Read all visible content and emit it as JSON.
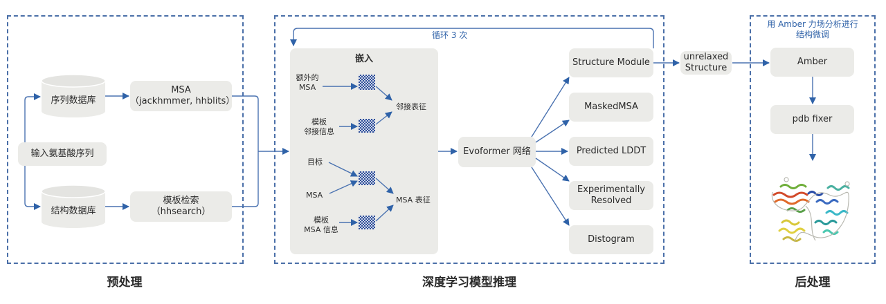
{
  "sections": {
    "preprocess": {
      "caption": "预处理"
    },
    "inference": {
      "caption": "深度学习模型推理",
      "loop_label": "循环 3 次"
    },
    "postprocess": {
      "caption": "后处理",
      "title_line1": "用 Amber 力场分析进行",
      "title_line2": "结构微调"
    }
  },
  "preprocess": {
    "input": "输入氨基酸序列",
    "seq_db": "序列数据库",
    "struct_db": "结构数据库",
    "msa_line1": "MSA",
    "msa_line2": "（jackhmmer, hhblits）",
    "template_line1": "模板检索",
    "template_line2": "（hhsearch）"
  },
  "embedding": {
    "title": "嵌入",
    "extra_msa_line1": "额外的",
    "extra_msa_line2": "MSA",
    "template_pair_line1": "模板",
    "template_pair_line2": "邻接信息",
    "pair_repr": "邻接表征",
    "target": "目标",
    "msa": "MSA",
    "template_msa_line1": "模板",
    "template_msa_line2": "MSA 信息",
    "msa_repr": "MSA 表征"
  },
  "evoformer": "Evoformer 网络",
  "outputs": [
    {
      "line1": "Structure Module",
      "line2": ""
    },
    {
      "line1": "MaskedMSA",
      "line2": ""
    },
    {
      "line1": "Predicted LDDT",
      "line2": ""
    },
    {
      "line1": "Experimentally",
      "line2": "Resolved"
    },
    {
      "line1": "Distogram",
      "line2": ""
    }
  ],
  "unrelaxed": {
    "line1": "unrelaxed",
    "line2": "Structure"
  },
  "post": {
    "amber": "Amber",
    "pdbfixer": "pdb fixer"
  },
  "colors": {
    "accent": "#2f62a8",
    "box_fill": "#ebebe8",
    "dash": "#4a6fa8"
  }
}
